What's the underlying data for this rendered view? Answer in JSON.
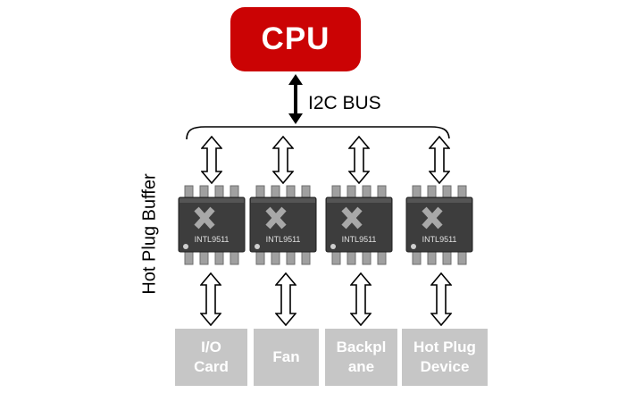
{
  "cpu": {
    "label": "CPU",
    "bg_color": "#cb0304",
    "text_color": "#ffffff"
  },
  "bus": {
    "label": "I2C BUS"
  },
  "side_label": {
    "text": "Hot Plug Buffer"
  },
  "chips": [
    {
      "label": "INTL9511"
    },
    {
      "label": "INTL9511"
    },
    {
      "label": "INTL9511"
    },
    {
      "label": "INTL9511"
    }
  ],
  "devices": [
    {
      "label": "I/O Card",
      "bg_color": "#c6c6c6",
      "text_color": "#ffffff"
    },
    {
      "label": "Fan",
      "bg_color": "#c6c6c6",
      "text_color": "#ffffff"
    },
    {
      "label": "Backplane",
      "bg_color": "#c6c6c6",
      "text_color": "#ffffff"
    },
    {
      "label": "Hot Plug Device",
      "bg_color": "#c6c6c6",
      "text_color": "#ffffff"
    }
  ]
}
